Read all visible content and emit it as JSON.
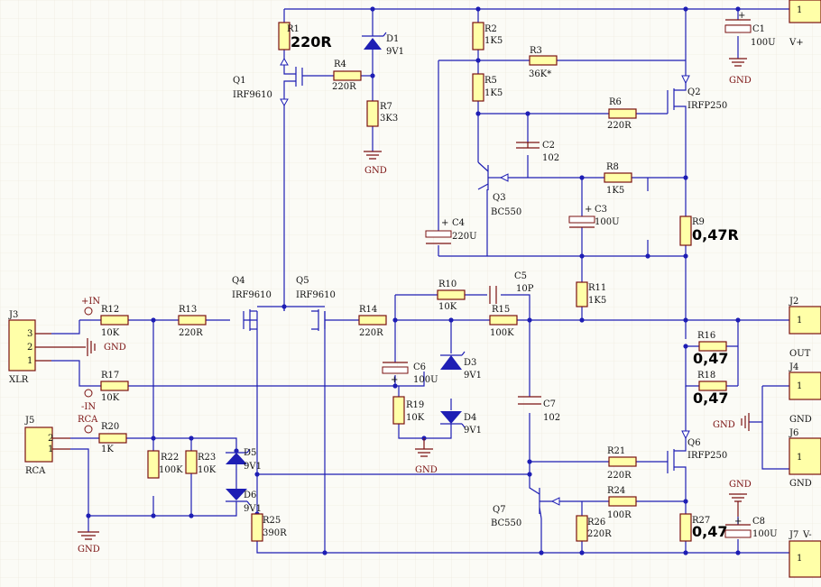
{
  "refs": {
    "r1": "R1",
    "r2": "R2",
    "r3": "R3",
    "r4": "R4",
    "r5": "R5",
    "r6": "R6",
    "r7": "R7",
    "r8": "R8",
    "r9": "R9",
    "r10": "R10",
    "r11": "R11",
    "r12": "R12",
    "r13": "R13",
    "r14": "R14",
    "r15": "R15",
    "r16": "R16",
    "r17": "R17",
    "r18": "R18",
    "r19": "R19",
    "r20": "R20",
    "r21": "R21",
    "r22": "R22",
    "r23": "R23",
    "r24": "R24",
    "r25": "R25",
    "r26": "R26",
    "r27": "R27",
    "c1": "C1",
    "c2": "C2",
    "c3": "C3",
    "c4": "C4",
    "c5": "C5",
    "c6": "C6",
    "c7": "C7",
    "c8": "C8",
    "d1": "D1",
    "d3": "D3",
    "d4": "D4",
    "d5": "D5",
    "d6": "D6",
    "q1": "Q1",
    "q2": "Q2",
    "q3": "Q3",
    "q4": "Q4",
    "q5": "Q5",
    "q6": "Q6",
    "q7": "Q7",
    "j2": "J2",
    "j3": "J3",
    "j4": "J4",
    "j5": "J5",
    "j6": "J6",
    "j7": "J7"
  },
  "values": {
    "r1": "220R",
    "r2": "1K5",
    "r3": "36K*",
    "r4": "220R",
    "r5": "1K5",
    "r6": "220R",
    "r7": "3K3",
    "r8": "1K5",
    "r9": "0,47R",
    "r10": "10K",
    "r11": "1K5",
    "r12": "10K",
    "r13": "220R",
    "r14": "220R",
    "r15": "100K",
    "r16": "0,47",
    "r17": "10K",
    "r18": "0,47",
    "r19": "10K",
    "r20": "1K",
    "r21": "220R",
    "r22": "100K",
    "r23": "10K",
    "r24": "100R",
    "r25": "390R",
    "r26": "220R",
    "r27": "0,47",
    "c1": "100U",
    "c2": "102",
    "c3": "100U",
    "c4": "220U",
    "c5": "10P",
    "c6": "100U",
    "c7": "102",
    "c8": "100U",
    "d1": "9V1",
    "d3": "9V1",
    "d4": "9V1",
    "d5": "9V1",
    "d6": "9V1",
    "q1": "IRF9610",
    "q2": "IRFP250",
    "q3": "BC550",
    "q4": "IRF9610",
    "q5": "IRF9610",
    "q6": "IRFP250",
    "q7": "BC550"
  },
  "connectors": {
    "j2": "OUT",
    "j3": "XLR",
    "j4": "GND",
    "j5": "RCA",
    "j6": "GND",
    "j7": "V-",
    "vplus": "V+",
    "pin1": "1",
    "pin2": "2",
    "pin3": "3"
  },
  "nets": {
    "gnd": "GND",
    "plus_in": "+IN",
    "minus_in": "-IN",
    "rca": "RCA",
    "plus": "+"
  }
}
